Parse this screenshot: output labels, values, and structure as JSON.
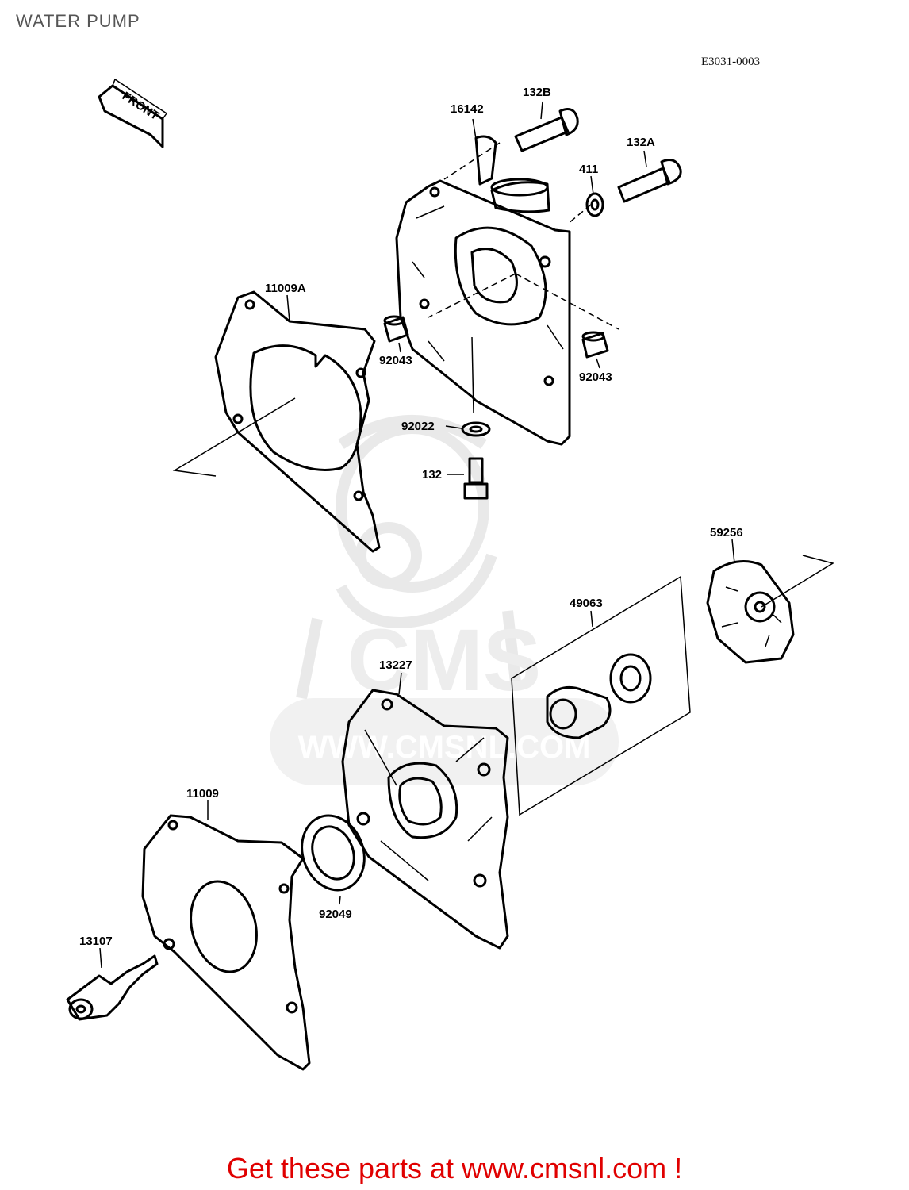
{
  "header": {
    "title": "WATER PUMP",
    "diagram_code": "E3031-0003"
  },
  "front_arrow": {
    "label": "FRONT"
  },
  "watermark": {
    "text": "CMS",
    "url_text": "WWW.CMSNL.COM"
  },
  "parts": [
    {
      "id": "16142",
      "label": "16142"
    },
    {
      "id": "132B",
      "label": "132B"
    },
    {
      "id": "132A",
      "label": "132A"
    },
    {
      "id": "411",
      "label": "411"
    },
    {
      "id": "11009A",
      "label": "11009A"
    },
    {
      "id": "92043a",
      "label": "92043"
    },
    {
      "id": "92043b",
      "label": "92043"
    },
    {
      "id": "92022",
      "label": "92022"
    },
    {
      "id": "132",
      "label": "132"
    },
    {
      "id": "59256",
      "label": "59256"
    },
    {
      "id": "49063",
      "label": "49063"
    },
    {
      "id": "13227",
      "label": "13227"
    },
    {
      "id": "11009",
      "label": "11009"
    },
    {
      "id": "92049",
      "label": "92049"
    },
    {
      "id": "13107",
      "label": "13107"
    }
  ],
  "footer": {
    "text": "Get these parts at www.cmsnl.com !"
  },
  "colors": {
    "footer": "#e00000",
    "lines": "#000000",
    "watermark": "#e6e6e6"
  }
}
